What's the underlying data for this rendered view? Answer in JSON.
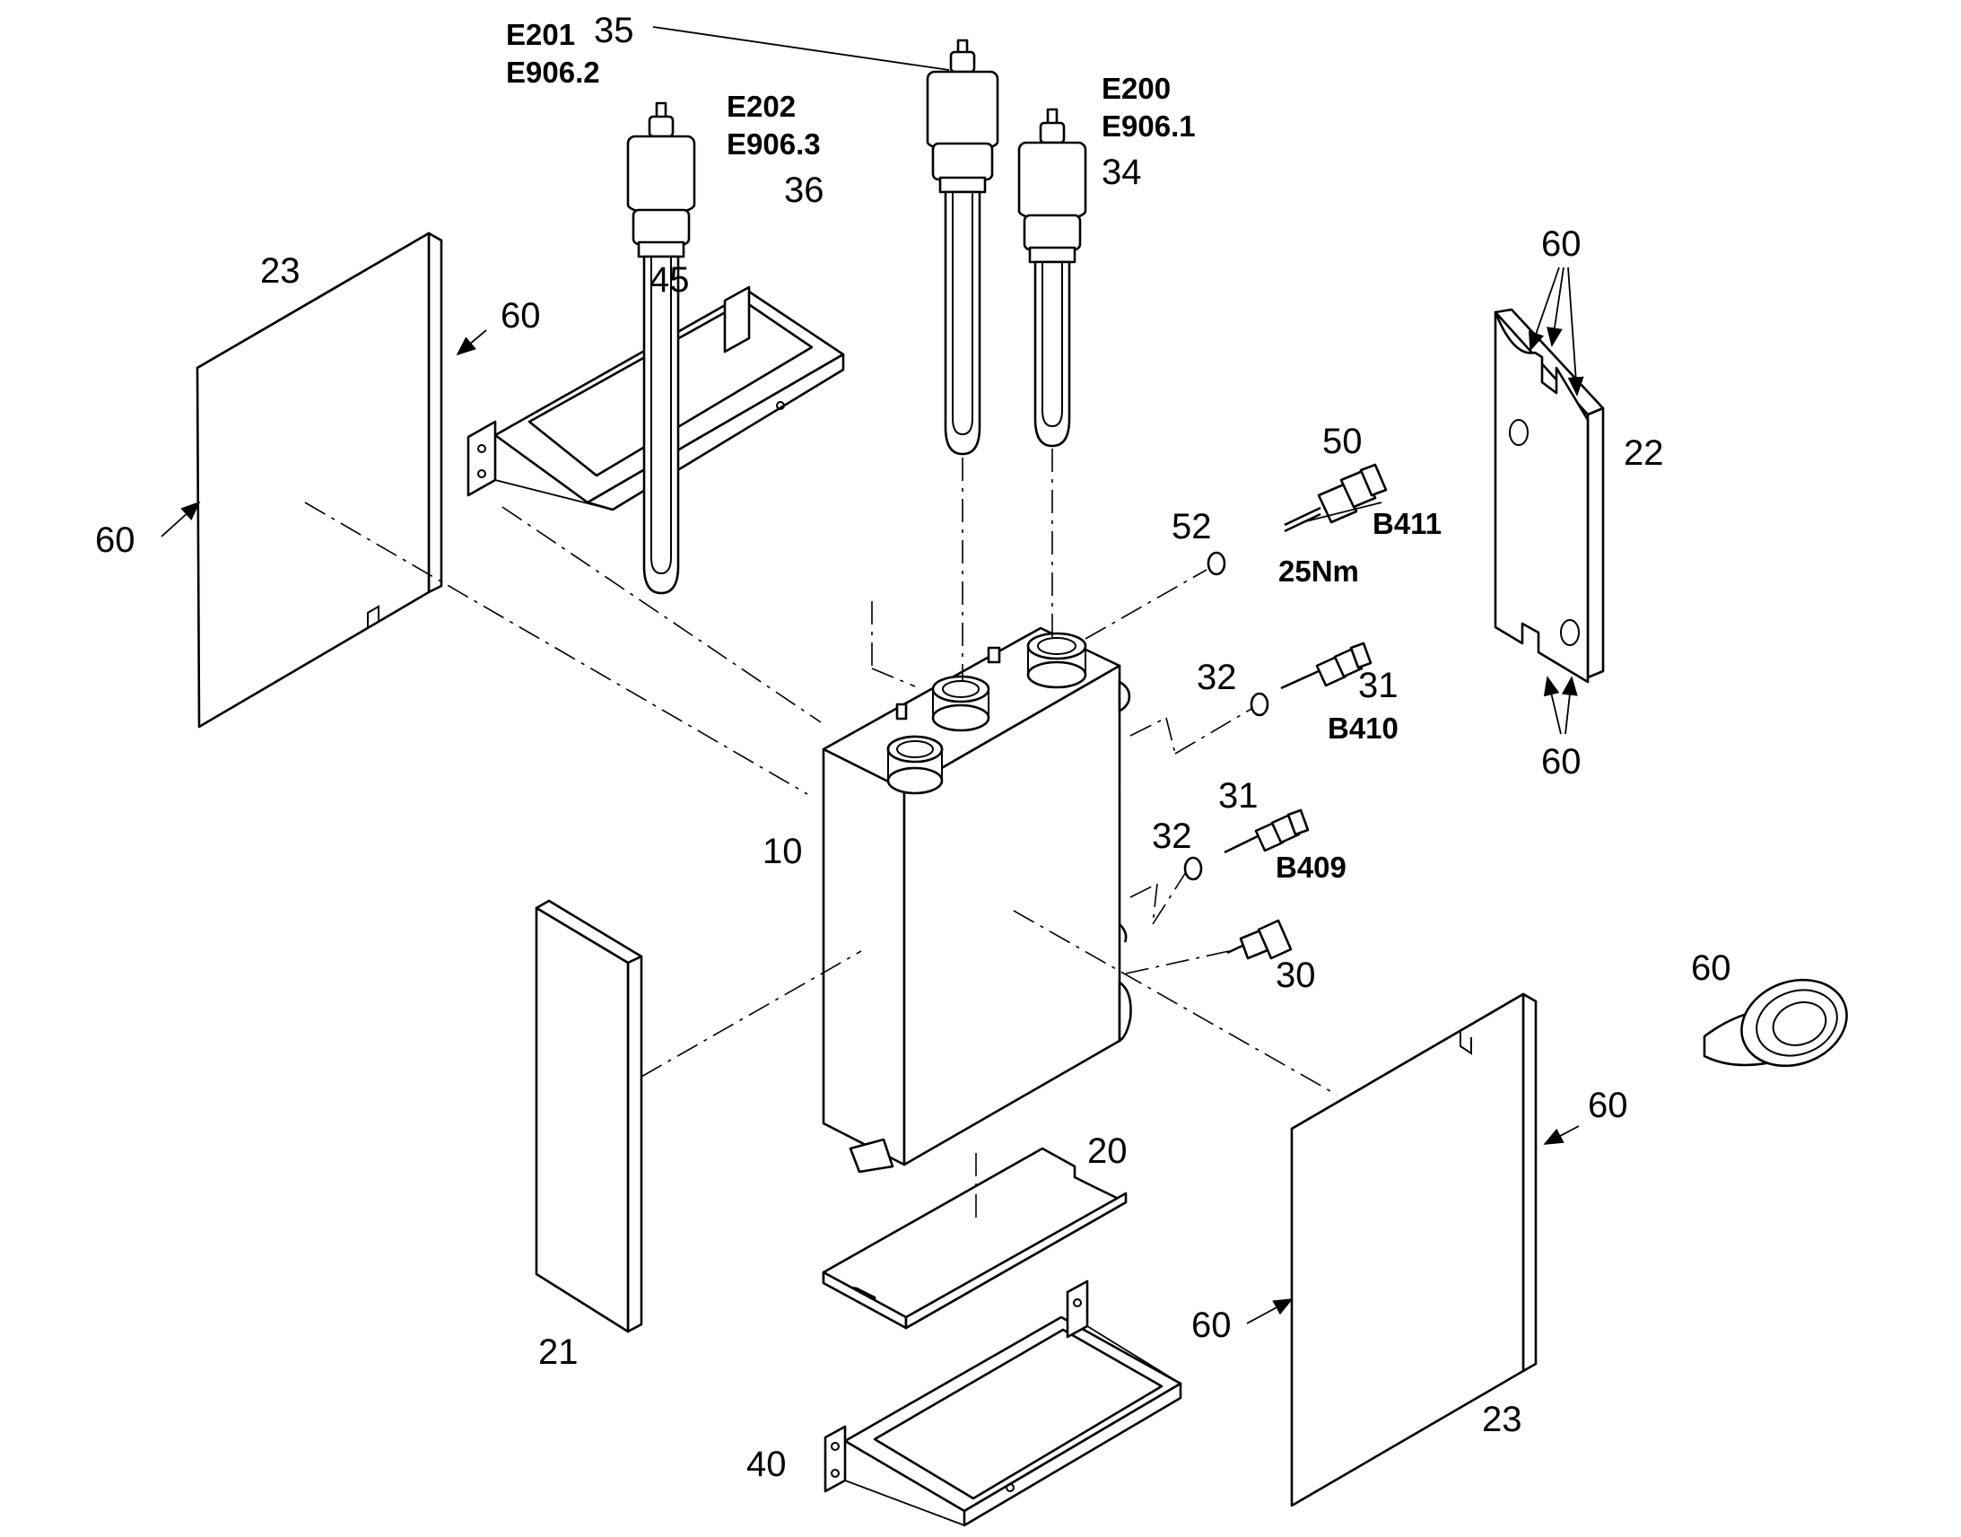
{
  "diagram": {
    "callouts": {
      "c35": "35",
      "c36": "36",
      "c34": "34",
      "c23_tl": "23",
      "c45": "45",
      "c60_tl": "60",
      "c60_left": "60",
      "c60_top_right": "60",
      "c22": "22",
      "c60_mid_right": "60",
      "c50": "50",
      "c52": "52",
      "c32_a": "32",
      "c31_a": "31",
      "c31_b": "31",
      "c32_b": "32",
      "c30": "30",
      "c10": "10",
      "c60_tape": "60",
      "c60_r_panel": "60",
      "c60_r_panel_left": "60",
      "c20": "20",
      "c21": "21",
      "c40": "40",
      "c23_br": "23"
    },
    "codes": {
      "e201": "E201",
      "e906_2": "E906.2",
      "e202": "E202",
      "e906_3": "E906.3",
      "e200": "E200",
      "e906_1": "E906.1",
      "b411": "B411",
      "torque": "25Nm",
      "b410": "B410",
      "b409": "B409"
    },
    "colors": {
      "line": "#000000",
      "fill": "#ffffff"
    }
  }
}
